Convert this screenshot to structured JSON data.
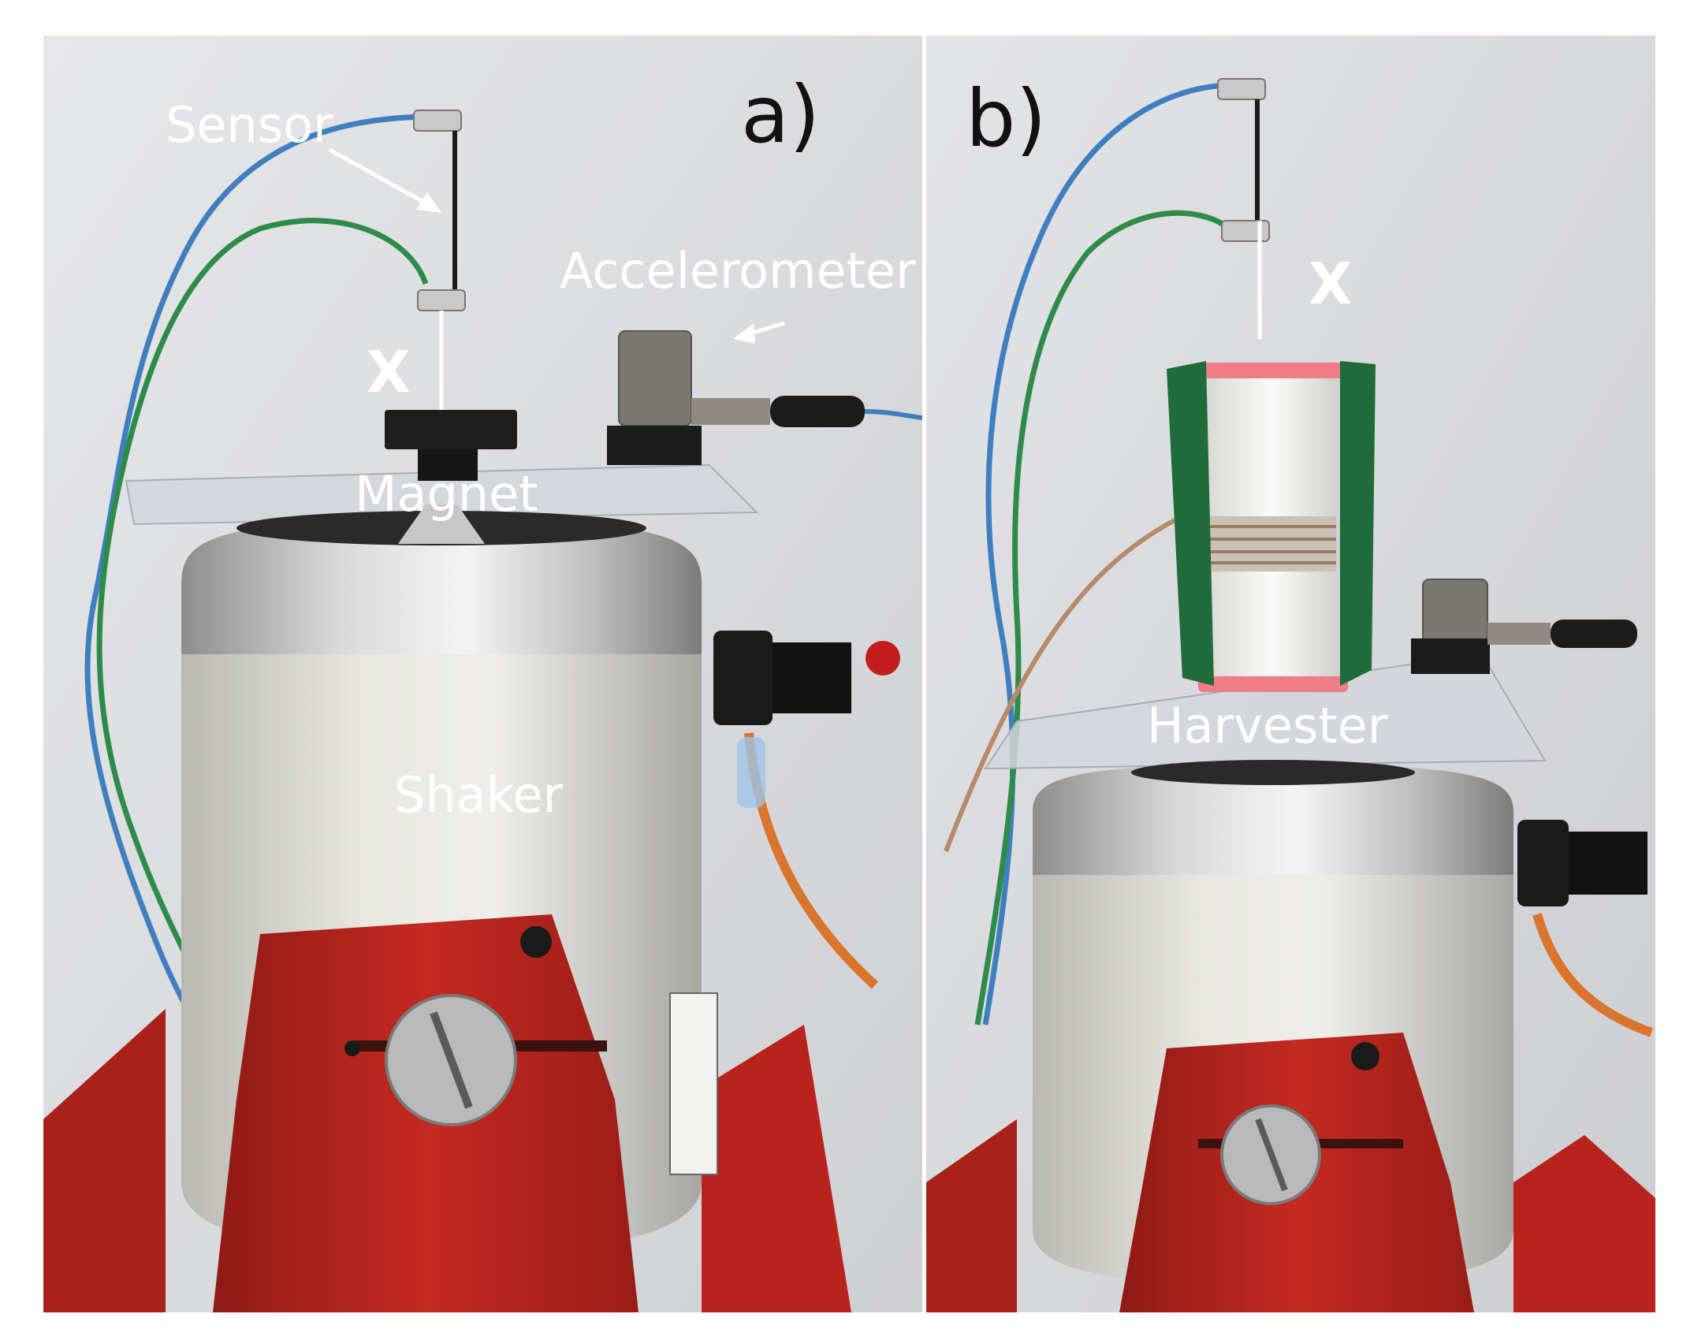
{
  "panels": [
    {
      "id": "a",
      "panel_label": "a)",
      "labels": {
        "sensor": "Sensor",
        "accelerometer": "Accelerometer",
        "x": "X",
        "magnet": "Magnet",
        "shaker": "Shaker"
      }
    },
    {
      "id": "b",
      "panel_label": "b)",
      "labels": {
        "x": "X",
        "harvester": "Harvester"
      }
    }
  ],
  "colors": {
    "background_wall": "#d9dadc",
    "shaker_body": "#e3e1dc",
    "shaker_ring": "#b9b9b9",
    "stand_red": "#b8231c",
    "wire_blue": "#3f7fbf",
    "wire_green": "#2e8b4a",
    "harvester_tape": "#1f6b3a",
    "harvester_tube": "#f2f2f0",
    "cable_orange": "#d9752c",
    "annotation_white": "#ffffff"
  }
}
